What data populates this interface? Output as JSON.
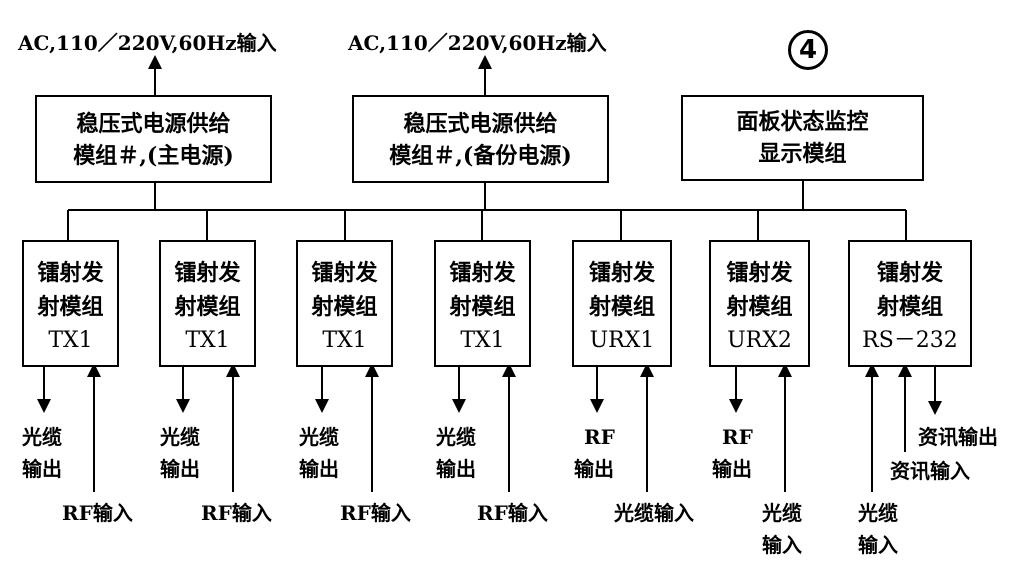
{
  "power_modules": [
    {
      "input_label": "AC,110／220V,60Hz输入",
      "line1": "稳压式电源供给",
      "line2": "模组＃,(主电源)"
    },
    {
      "input_label": "AC,110／220V,60Hz输入",
      "line1": "稳压式电源供给",
      "line2": "模组＃,(备份电源)"
    }
  ],
  "monitor_module": {
    "line1": "面板状态监控",
    "line2": "显示模组"
  },
  "diagram_number": "4",
  "laser_modules": [
    {
      "line1": "镭射发",
      "line2": "射模组",
      "line3": "TX1",
      "out_label": [
        "光缆",
        "输出"
      ],
      "in_label": "RF输入"
    },
    {
      "line1": "镭射发",
      "line2": "射模组",
      "line3": "TX1",
      "out_label": [
        "光缆",
        "输出"
      ],
      "in_label": "RF输入"
    },
    {
      "line1": "镭射发",
      "line2": "射模组",
      "line3": "TX1",
      "out_label": [
        "光缆",
        "输出"
      ],
      "in_label": "RF输入"
    },
    {
      "line1": "镭射发",
      "line2": "射模组",
      "line3": "TX1",
      "out_label": [
        "光缆",
        "输出"
      ],
      "in_label": "RF输入"
    },
    {
      "line1": "镭射发",
      "line2": "射模组",
      "line3": "URX1",
      "out_label": [
        "RF",
        "输出"
      ],
      "in_label": "光缆输入"
    },
    {
      "line1": "镭射发",
      "line2": "射模组",
      "line3": "URX2",
      "out_label": [
        "RF",
        "输出"
      ],
      "in_label": [
        "光缆",
        "输入"
      ]
    },
    {
      "line1": "镭射发",
      "line2": "射模组",
      "line3": "RS－232",
      "in_label": [
        "光缆",
        "输入"
      ],
      "data_in": "资讯输入",
      "data_out": "资讯输出"
    }
  ]
}
